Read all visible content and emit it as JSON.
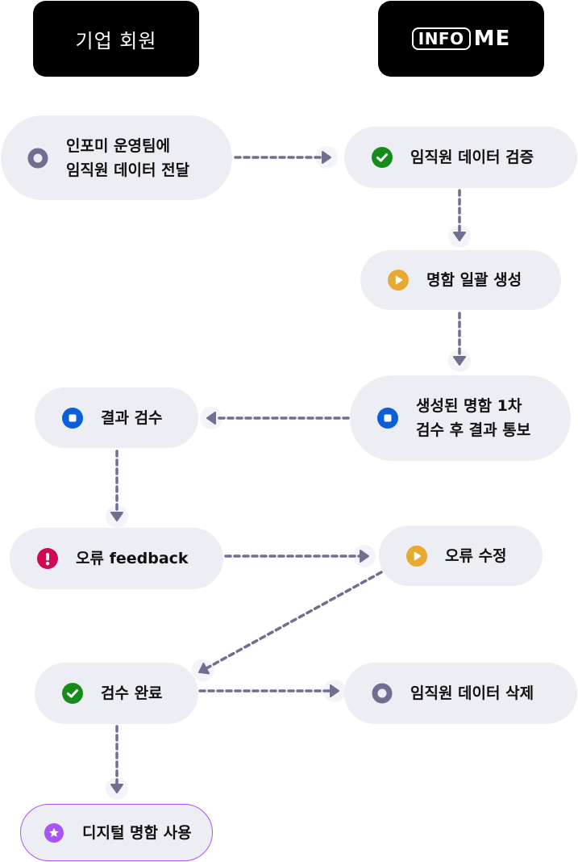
{
  "headers": {
    "left": {
      "title": "기업 회원"
    },
    "right": {
      "logo_boxed": "INFO",
      "logo_text": "ME"
    }
  },
  "colors": {
    "node_bg": "#edeef4",
    "arrow": "#6f6f91",
    "icon_ring": "#6f6f91",
    "icon_check": "#168d1a",
    "icon_play": "#e8a932",
    "icon_stop": "#0b5fd9",
    "icon_alert": "#cf0a53",
    "icon_star": "#a855f7"
  },
  "nodes": [
    {
      "id": "send-data",
      "label": "인포미 운영팀에\n임직원 데이터 전달",
      "icon": "ring-icon",
      "lane": "기업 회원"
    },
    {
      "id": "verify-data",
      "label": "임직원 데이터 검증",
      "icon": "check-icon",
      "lane": "INFOME"
    },
    {
      "id": "bulk-create",
      "label": "명함 일괄 생성",
      "icon": "play-icon",
      "lane": "INFOME"
    },
    {
      "id": "first-review",
      "label": "생성된 명함 1차\n검수 후 결과 통보",
      "icon": "stop-icon",
      "lane": "INFOME"
    },
    {
      "id": "review-result",
      "label": "결과 검수",
      "icon": "stop-icon",
      "lane": "기업 회원"
    },
    {
      "id": "error-feedback",
      "label": "오류 feedback",
      "icon": "alert-icon",
      "lane": "기업 회원"
    },
    {
      "id": "fix-error",
      "label": "오류 수정",
      "icon": "play-icon",
      "lane": "INFOME"
    },
    {
      "id": "review-complete",
      "label": "검수 완료",
      "icon": "check-icon",
      "lane": "기업 회원"
    },
    {
      "id": "delete-data",
      "label": "임직원 데이터 삭제",
      "icon": "ring-icon",
      "lane": "INFOME"
    },
    {
      "id": "use-card",
      "label": "디지털 명함 사용",
      "icon": "star-icon",
      "lane": "기업 회원"
    }
  ],
  "edges": [
    {
      "from": "send-data",
      "to": "verify-data"
    },
    {
      "from": "verify-data",
      "to": "bulk-create"
    },
    {
      "from": "bulk-create",
      "to": "first-review"
    },
    {
      "from": "first-review",
      "to": "review-result"
    },
    {
      "from": "review-result",
      "to": "error-feedback"
    },
    {
      "from": "error-feedback",
      "to": "fix-error"
    },
    {
      "from": "fix-error",
      "to": "review-complete"
    },
    {
      "from": "review-complete",
      "to": "delete-data"
    },
    {
      "from": "review-complete",
      "to": "use-card"
    }
  ]
}
